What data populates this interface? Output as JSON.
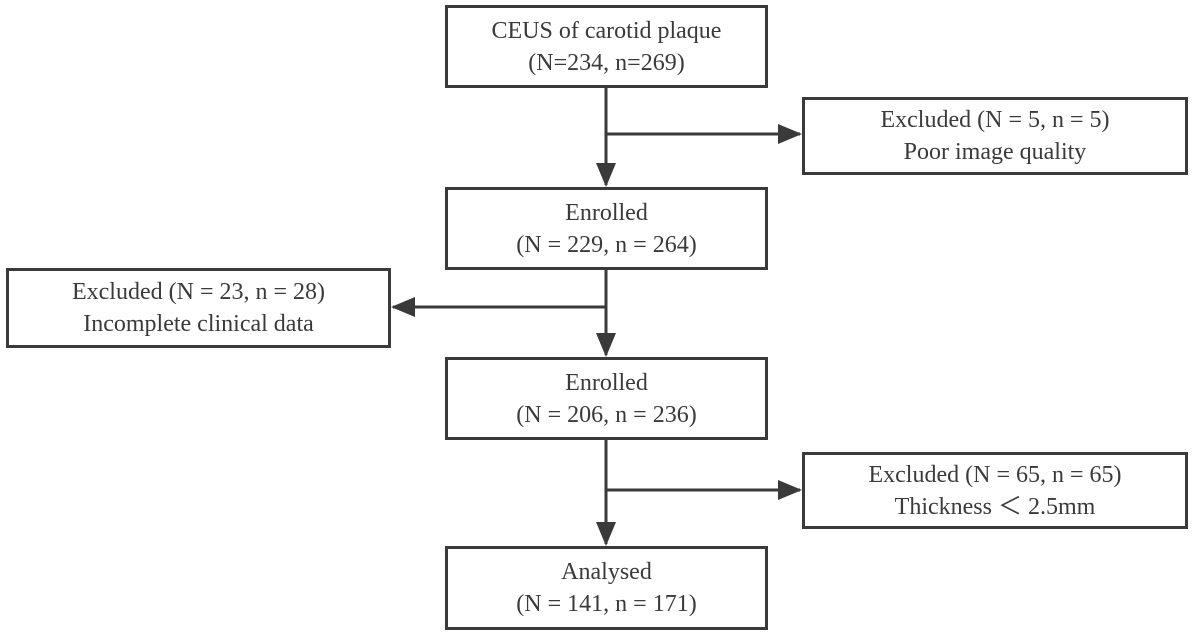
{
  "boxes": {
    "ceus": {
      "line1": "CEUS of carotid plaque",
      "line2": "(N=234, n=269)"
    },
    "excluded1": {
      "line1": "Excluded (N = 5, n = 5)",
      "line2": "Poor image quality"
    },
    "enrolled1": {
      "line1": "Enrolled",
      "line2": "(N = 229, n = 264)"
    },
    "excluded2": {
      "line1": "Excluded (N = 23, n = 28)",
      "line2": "Incomplete clinical data"
    },
    "enrolled2": {
      "line1": "Enrolled",
      "line2": "(N = 206, n = 236)"
    },
    "excluded3": {
      "line1": "Excluded (N = 65, n = 65)",
      "line2": "Thickness ＜ 2.5mm"
    },
    "analysed": {
      "line1": "Analysed",
      "line2": "(N = 141, n = 171)"
    }
  },
  "colors": {
    "stroke": "#3a3a3a",
    "background": "#ffffff"
  }
}
